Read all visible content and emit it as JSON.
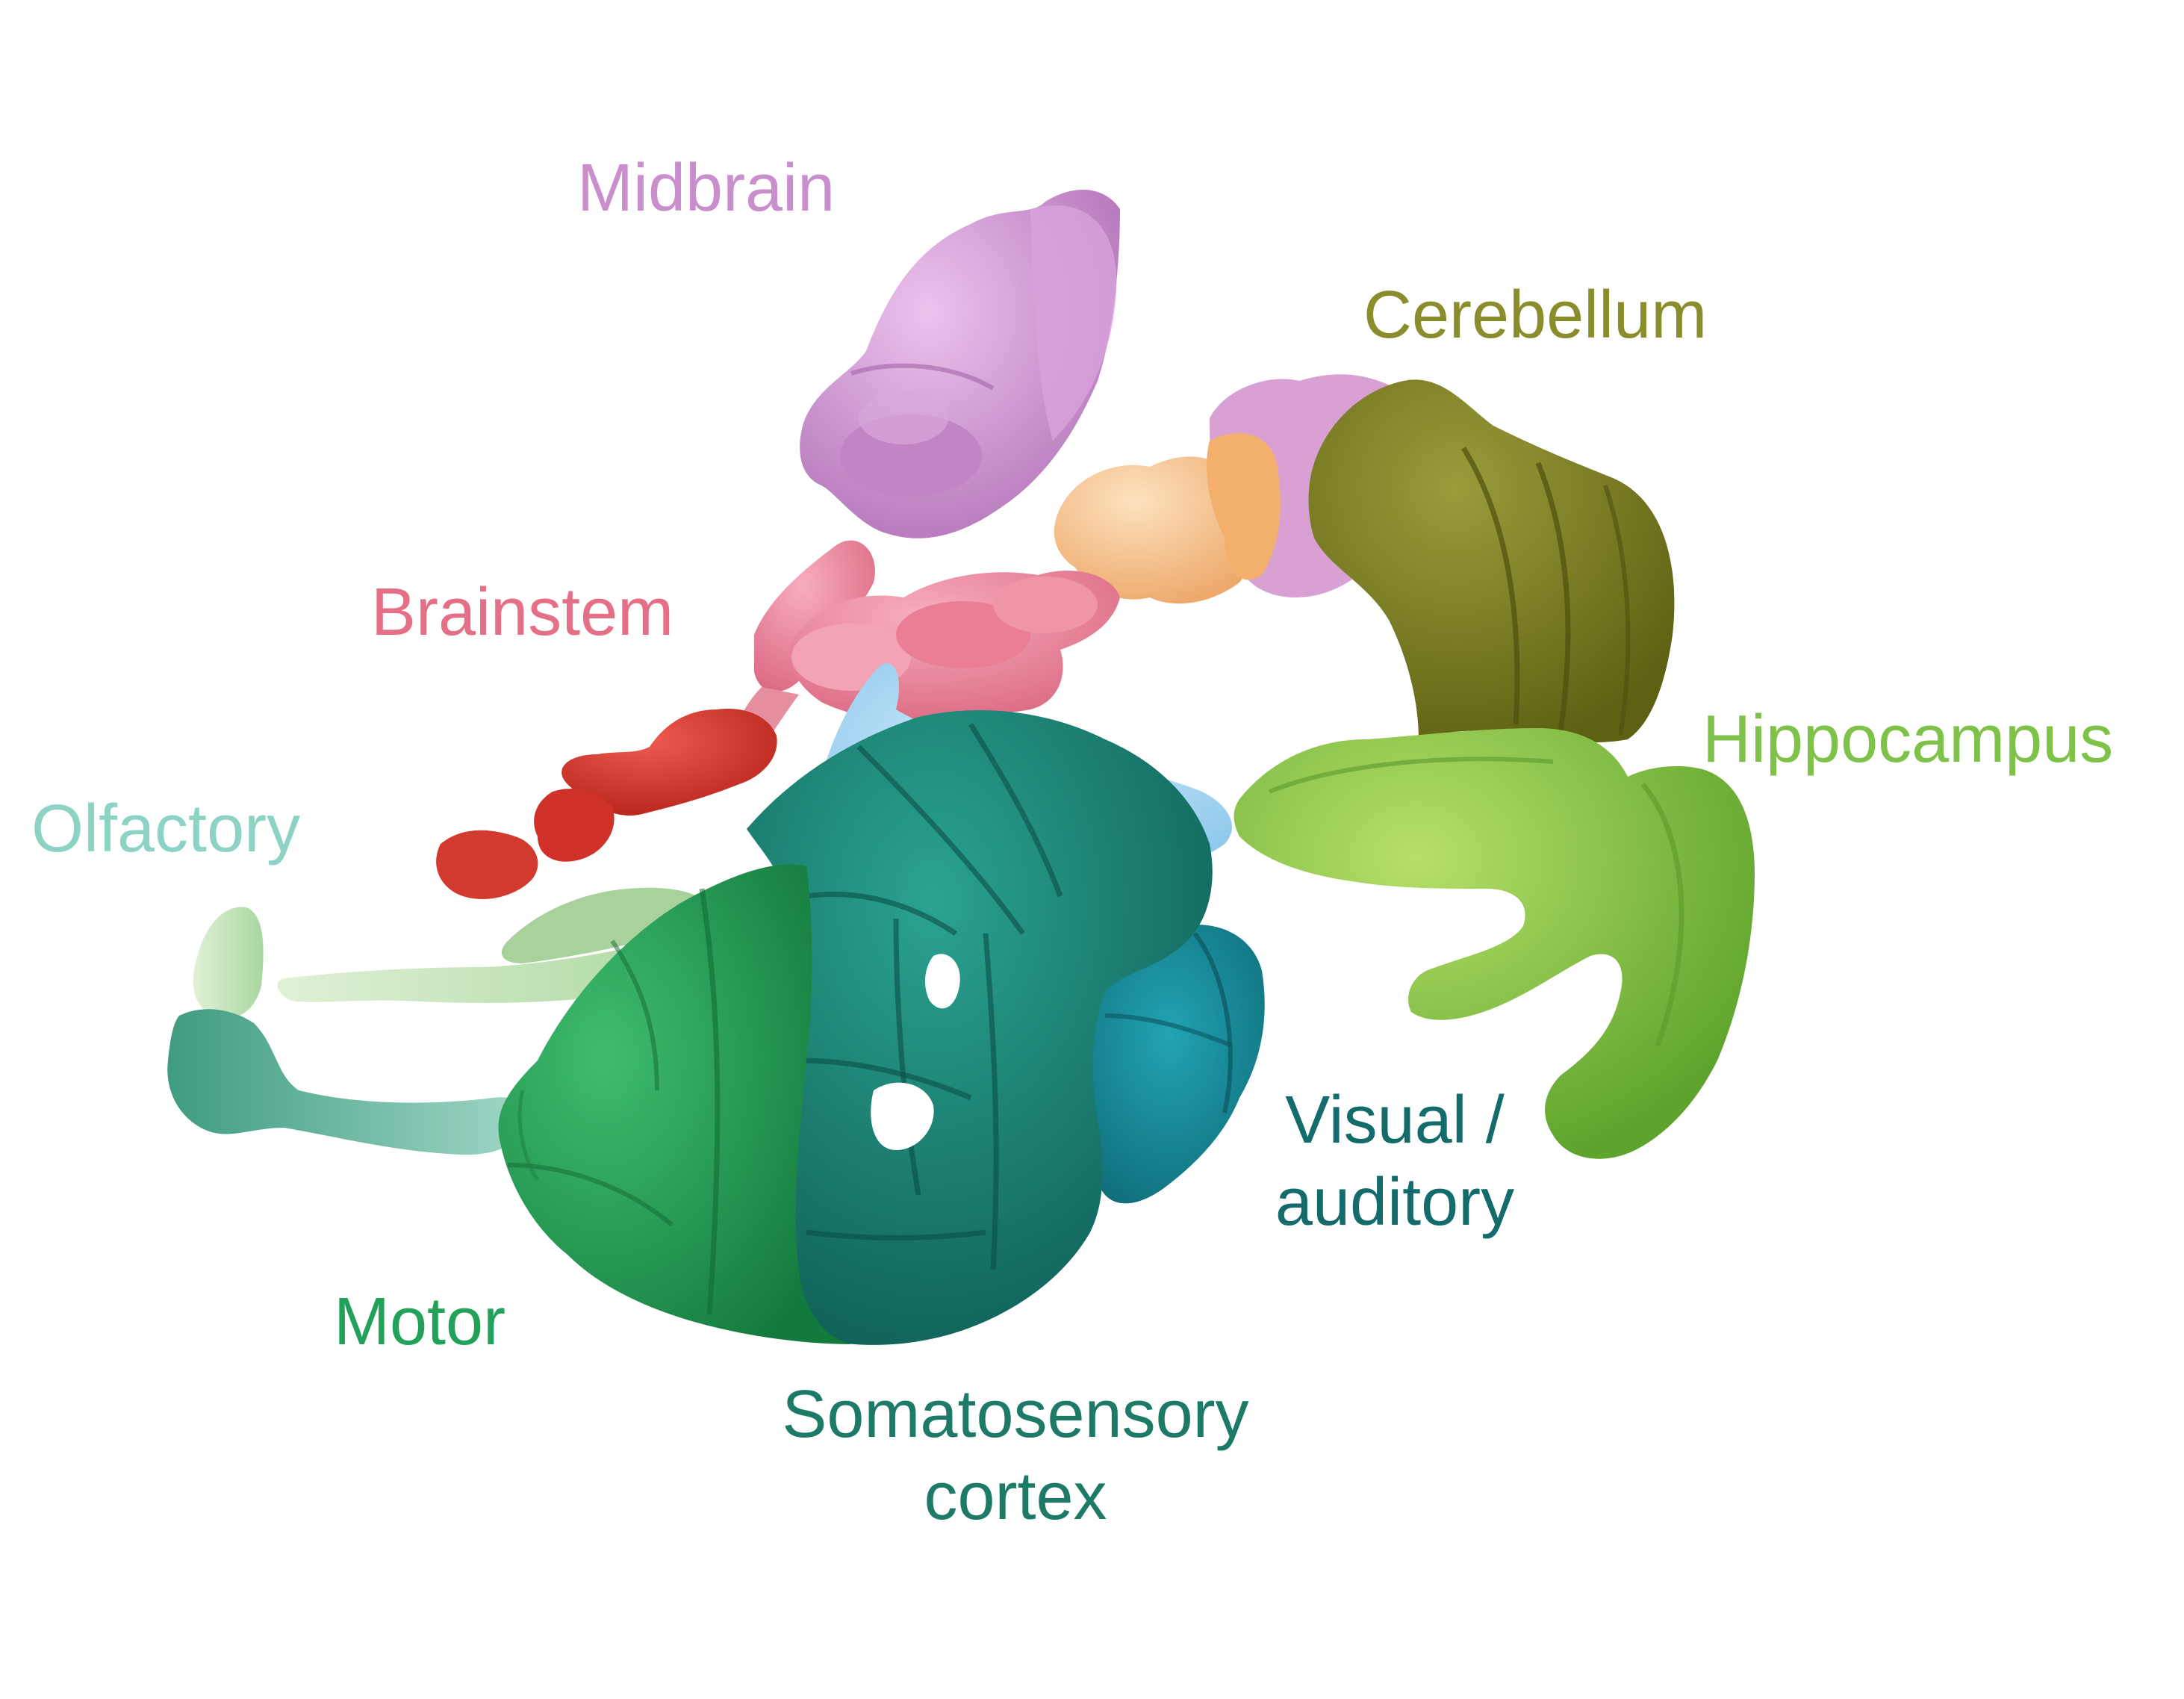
{
  "labels": {
    "midbrain": "Midbrain",
    "cerebellum": "Cerebellum",
    "brainstem": "Brainstem",
    "hippocampus": "Hippocampus",
    "olfactory": "Olfactory",
    "visual_line1": "Visual /",
    "visual_line2": "auditory",
    "motor": "Motor",
    "somato_line1": "Somatosensory",
    "somato_line2": "cortex"
  },
  "colors": {
    "midbrain": "#c98fcc",
    "cerebellum": "#8a8d2c",
    "brainstem": "#e56f87",
    "hippocampus": "#7fc24a",
    "olfactory": "#8dd3c4",
    "visual_auditory": "#136b6b",
    "motor": "#21a15a",
    "somatosensory": "#1d7a67",
    "red_region": "#d8342c",
    "pons_peach": "#f4c48d",
    "thalamus_blue": "#a9d8f2"
  }
}
